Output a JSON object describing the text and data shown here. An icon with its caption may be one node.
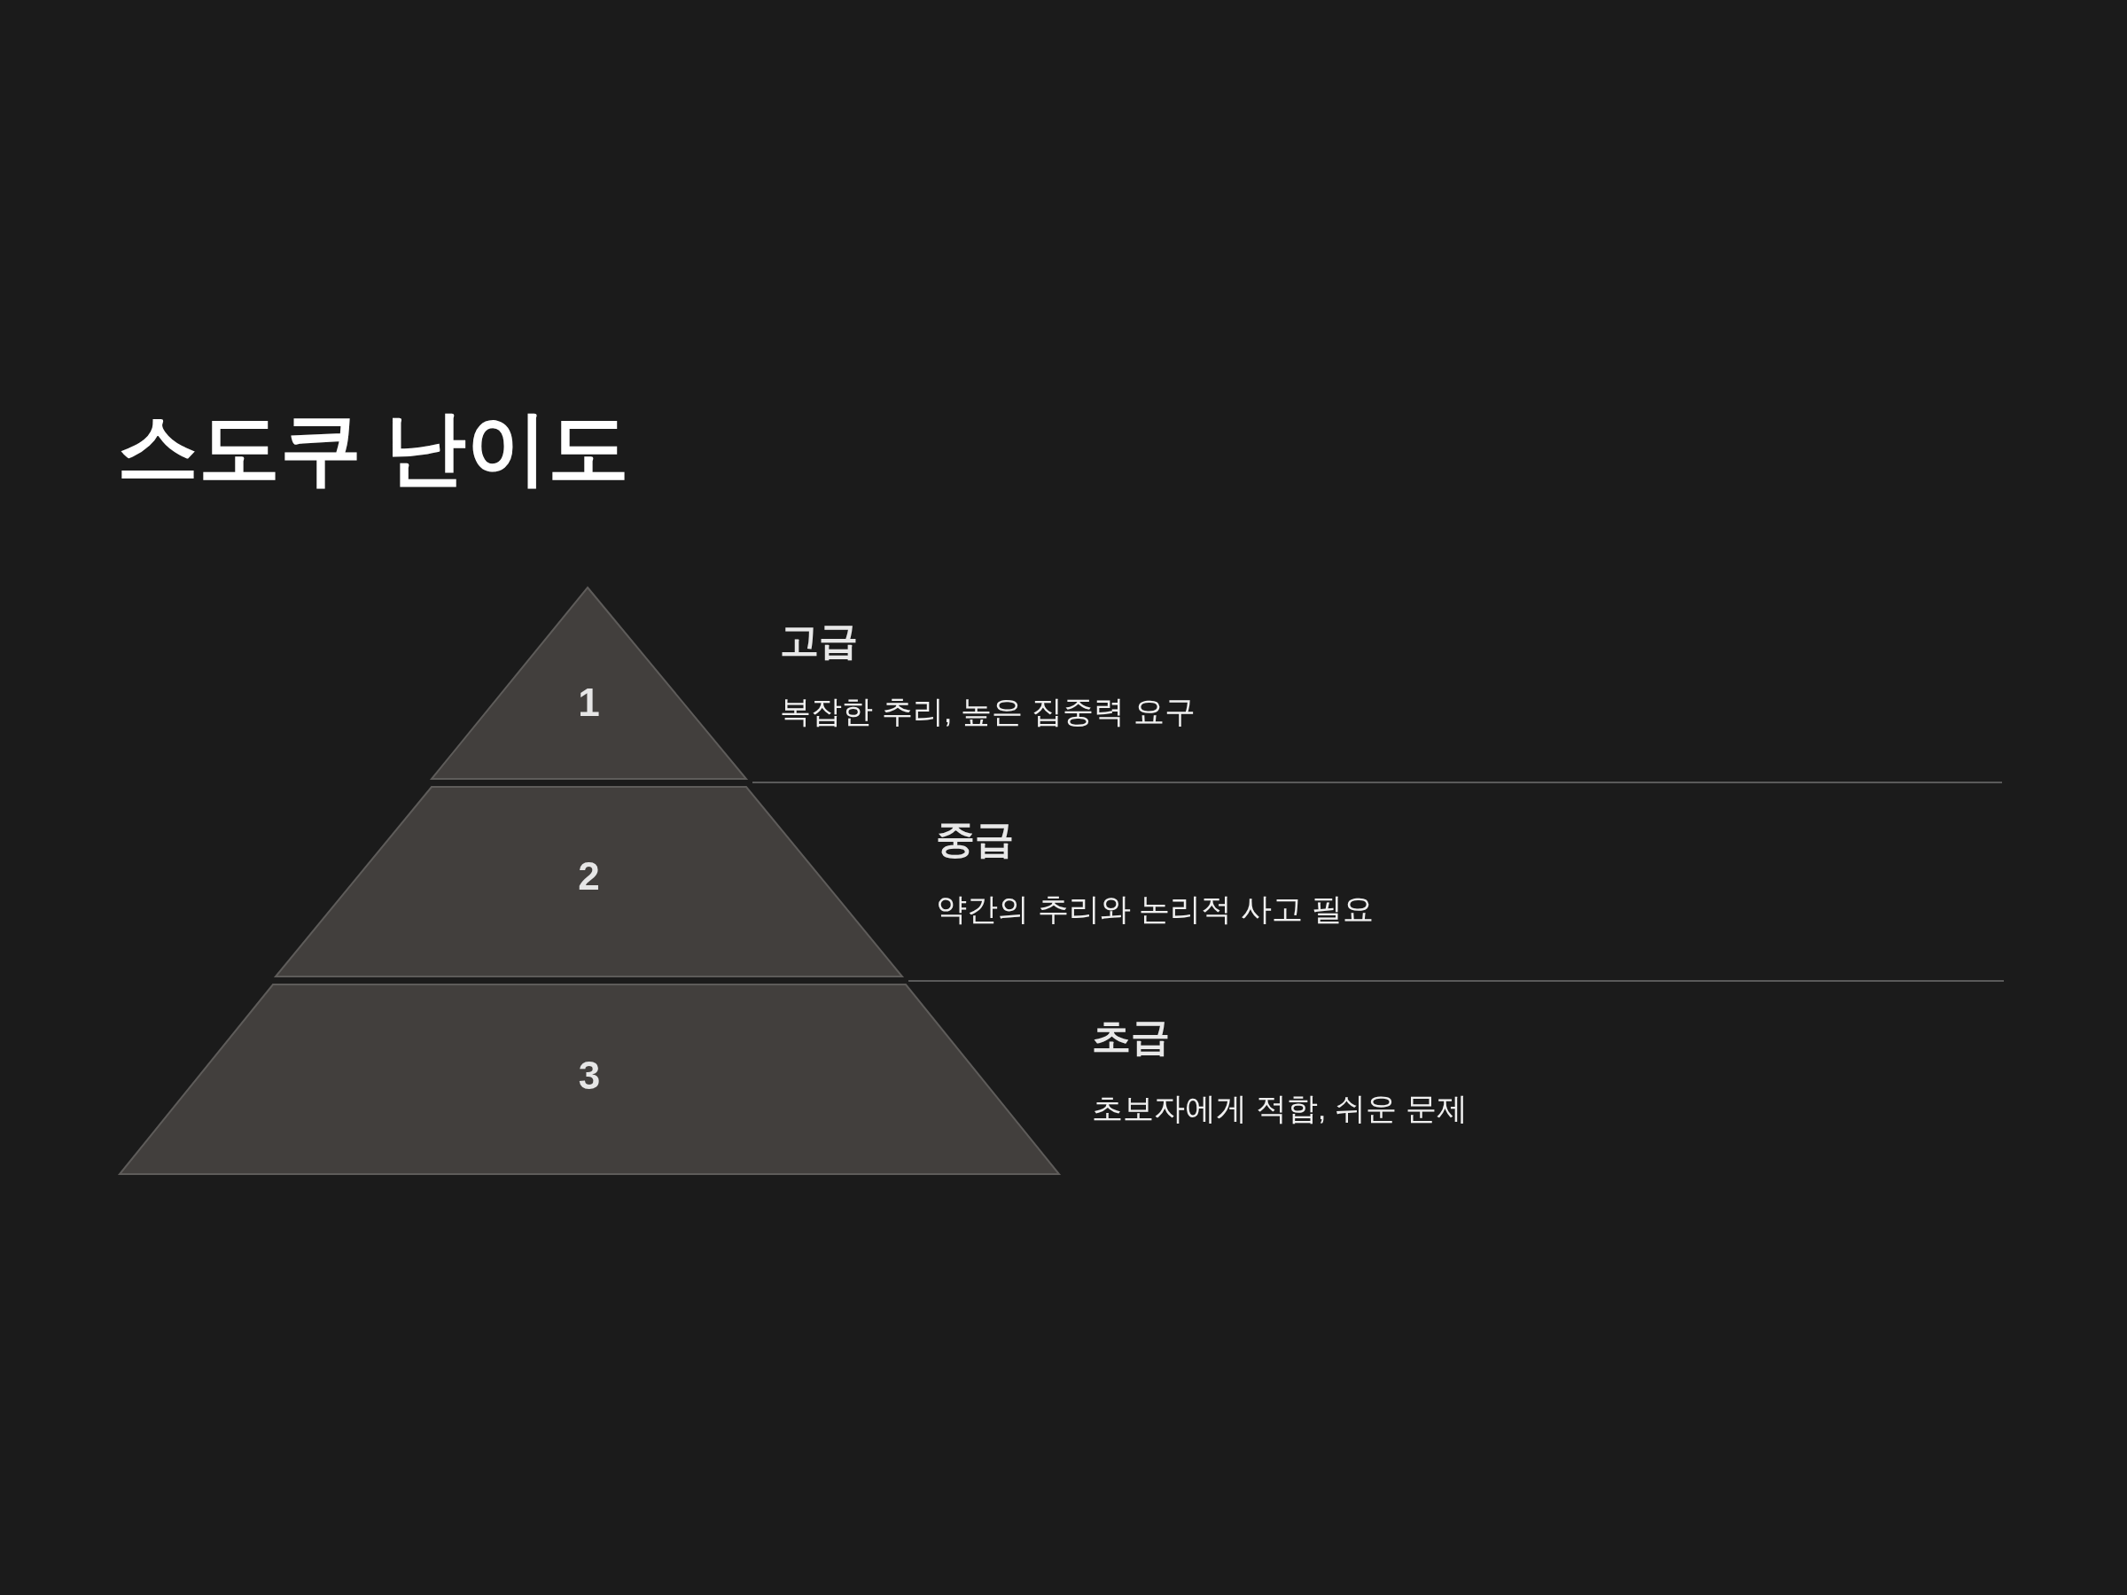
{
  "diagram": {
    "title": "스도쿠 난이도",
    "nodes": [
      {
        "text": [
          "1"
        ],
        "beside": [
          "고급",
          "복잡한 추리, 높은 집중력 요구"
        ]
      },
      {
        "text": [
          "2"
        ],
        "beside": [
          "중급",
          "약간의 추리와 논리적 사고 필요"
        ]
      },
      {
        "text": [
          "3"
        ],
        "beside": [
          "초급",
          "초보자에게 적합, 쉬운 문제"
        ]
      }
    ]
  }
}
